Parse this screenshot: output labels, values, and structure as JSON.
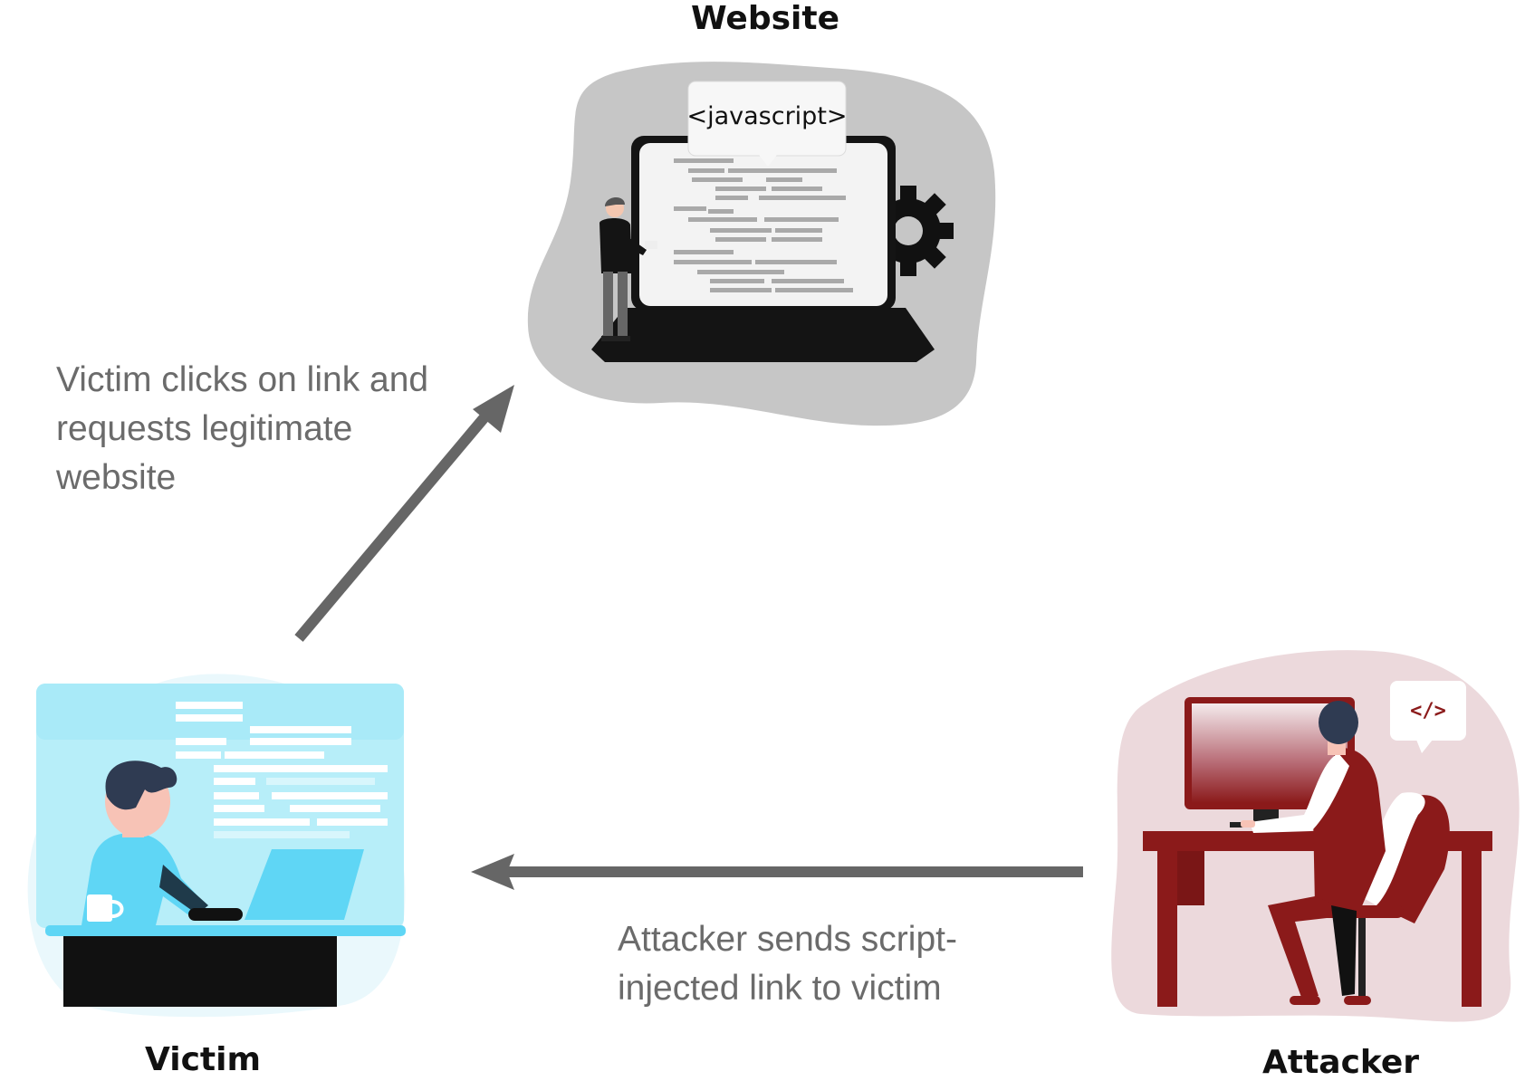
{
  "nodes": {
    "website": {
      "label": "Website",
      "bubble_text": "<javascript>"
    },
    "victim": {
      "label": "Victim"
    },
    "attacker": {
      "label": "Attacker",
      "bubble_text": "</>"
    }
  },
  "edges": {
    "victim_to_website": {
      "lines": [
        "Victim clicks on link and",
        "requests legitimate",
        "website"
      ]
    },
    "attacker_to_victim": {
      "lines": [
        "Attacker sends script-",
        "injected link to victim"
      ]
    }
  },
  "colors": {
    "arrow": "#666666",
    "website_blob": "#c6c6c6",
    "victim_accent": "#5fd6f5",
    "attacker_accent": "#8b1a1a",
    "attacker_blob": "#ecd9dc"
  }
}
